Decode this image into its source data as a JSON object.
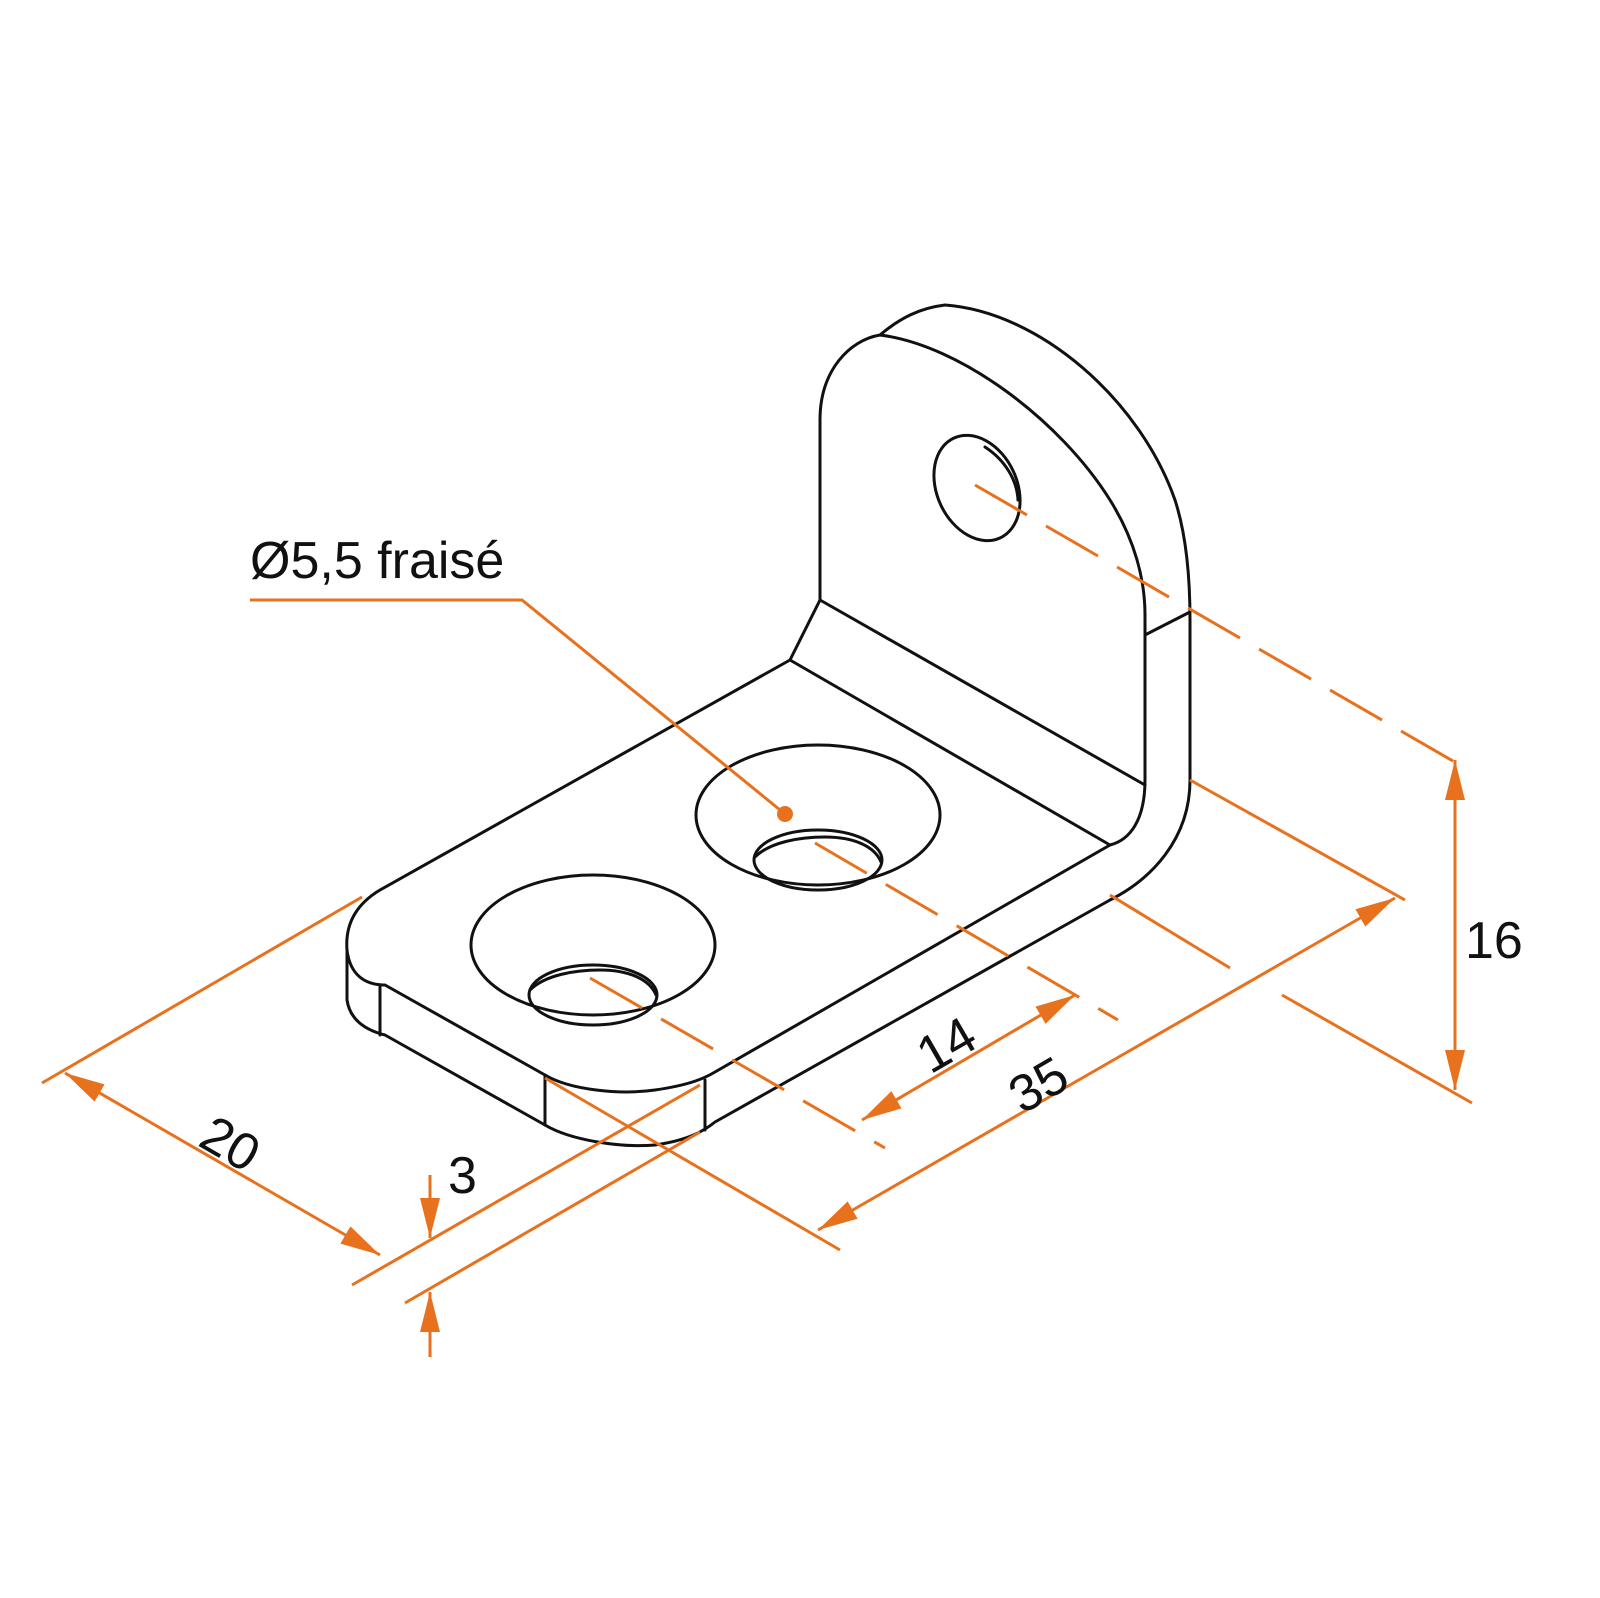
{
  "colors": {
    "outline": "#111111",
    "dimension": "#e8711e",
    "background": "#ffffff"
  },
  "annotation": {
    "hole_label": "Ø5,5 fraisé"
  },
  "dimensions": {
    "width": "20",
    "thickness": "3",
    "hole_spacing": "14",
    "length": "35",
    "height": "16"
  }
}
